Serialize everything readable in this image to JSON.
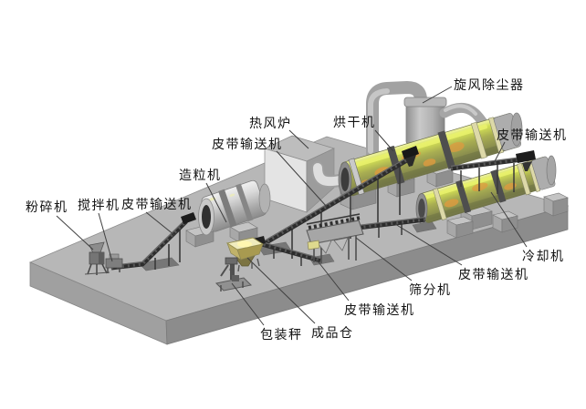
{
  "diagram": {
    "type": "3d-equipment-flow-diagram",
    "labels": [
      {
        "id": "crusher",
        "text": "粉碎机"
      },
      {
        "id": "mixer",
        "text": "搅拌机"
      },
      {
        "id": "belt-conveyor-1",
        "text": "皮带输送机"
      },
      {
        "id": "granulator",
        "text": "造粒机"
      },
      {
        "id": "belt-conveyor-2",
        "text": "皮带输送机"
      },
      {
        "id": "hot-air-furnace",
        "text": "热风炉"
      },
      {
        "id": "dryer",
        "text": "烘干机"
      },
      {
        "id": "cyclone-dust-collector",
        "text": "旋风除尘器"
      },
      {
        "id": "belt-conveyor-3",
        "text": "皮带输送机"
      },
      {
        "id": "cooler",
        "text": "冷却机"
      },
      {
        "id": "belt-conveyor-4",
        "text": "皮带输送机"
      },
      {
        "id": "screening-machine",
        "text": "筛分机"
      },
      {
        "id": "belt-conveyor-5",
        "text": "皮带输送机"
      },
      {
        "id": "finished-product-bin",
        "text": "成品仓"
      },
      {
        "id": "packing-scale",
        "text": "包装秤"
      }
    ],
    "colors": {
      "background": "#ffffff",
      "platform_top": "#b7b7b7",
      "platform_front_left": "#a0a0a0",
      "platform_front_right": "#8c8c8c",
      "drum_yellow_green": "#c9d055",
      "drum_orange_patch": "#de9b3f",
      "metal_gray": "#a8a8a8",
      "conveyor_dark": "#2d2d2d",
      "bin_yellow": "#c0b269",
      "label_text": "#141414"
    }
  }
}
